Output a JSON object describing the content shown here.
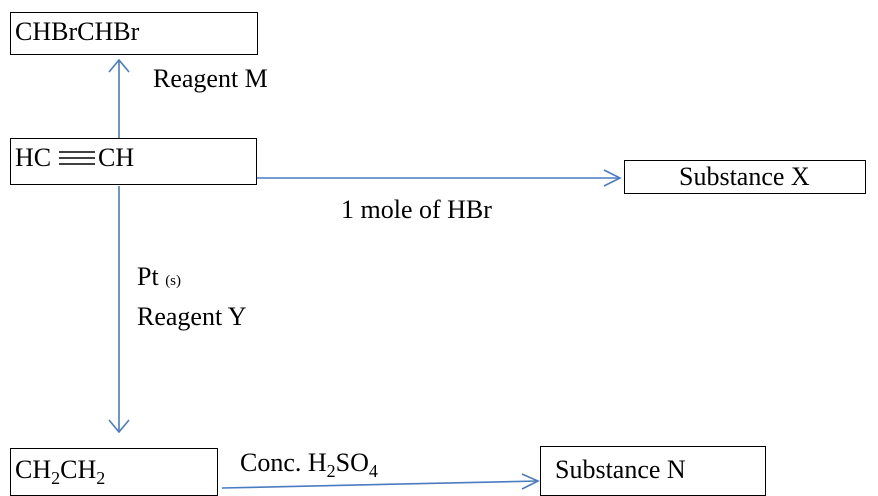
{
  "nodes": {
    "top": "CHBrCHBr",
    "center_left": "HC",
    "center_right": "CH",
    "right": "Substance X",
    "bottom_left": {
      "a": "CH",
      "sub1": "2",
      "b": "CH",
      "sub2": "2"
    },
    "bottom_right": "Substance N"
  },
  "labels": {
    "reagent_m": "Reagent M",
    "hbr": "1 mole of HBr",
    "pt": "Pt",
    "pt_state": "(s)",
    "reagent_y": "Reagent Y",
    "conc": "Conc. H",
    "conc_sub1": "2",
    "conc_mid": "SO",
    "conc_sub2": "4"
  },
  "colors": {
    "arrow": "#4a7cc0",
    "border": "#000000"
  }
}
